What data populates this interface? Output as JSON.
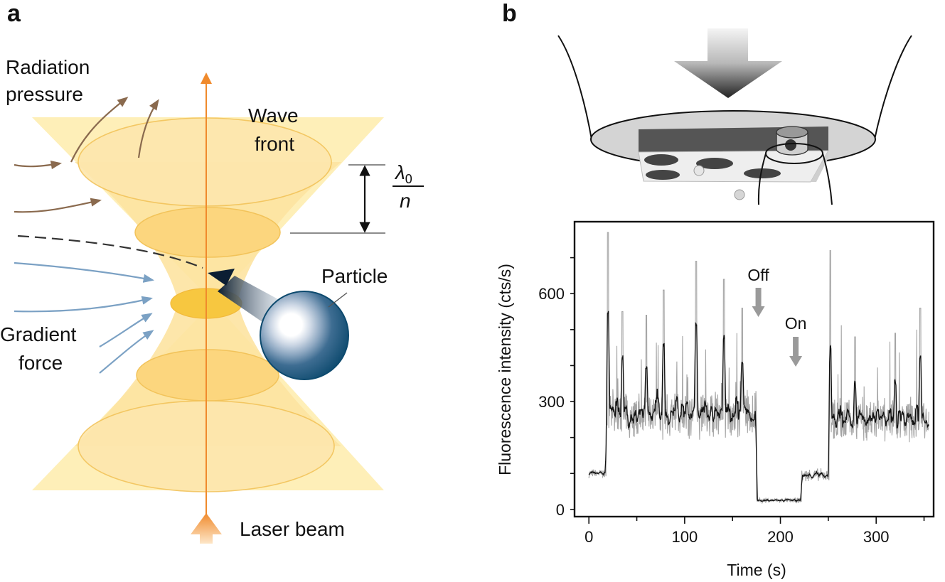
{
  "panel_a": {
    "letter": "a",
    "radiation_pressure": [
      "Radiation",
      "pressure"
    ],
    "wave_front": [
      "Wave",
      "front"
    ],
    "lambda_symbol": "λ",
    "lambda_sub": "0",
    "refractive_index": "n",
    "particle": "Particle",
    "gradient_force": [
      "Gradient",
      "force"
    ],
    "laser_beam": "Laser beam"
  },
  "panel_b": {
    "letter": "b"
  },
  "colors": {
    "beam_yellow": "#fde9a0",
    "beam_edge": "#f2c35a",
    "focus_orange": "#f7c740",
    "axis_arrow": "#f08a2c",
    "radiation_arrow": "#8a6a4e",
    "gradient_arrow": "#7ba1c4",
    "particle_dark": "#0d4a6e"
  },
  "chart_data": {
    "type": "line",
    "xlabel": "Time (s)",
    "ylabel": "Fluorescence intensity (cts/s)",
    "xlim": [
      -15,
      360
    ],
    "ylim": [
      -20,
      800
    ],
    "xticks": [
      0,
      100,
      200,
      300
    ],
    "yticks": [
      0,
      300,
      600
    ],
    "annotations": [
      {
        "text": "Off",
        "x": 177
      },
      {
        "text": "On",
        "x": 216
      }
    ],
    "segments": [
      {
        "x": [
          0,
          18
        ],
        "level": 100,
        "spread": 20
      },
      {
        "x": [
          18,
          175
        ],
        "level": 260,
        "spread": 110,
        "spikes": [
          [
            20,
            770
          ],
          [
            35,
            550
          ],
          [
            60,
            540
          ],
          [
            78,
            610
          ],
          [
            112,
            690
          ],
          [
            141,
            640
          ],
          [
            160,
            560
          ]
        ]
      },
      {
        "x": [
          175,
          222
        ],
        "level": 25,
        "spread": 12
      },
      {
        "x": [
          222,
          251
        ],
        "level": 95,
        "spread": 30
      },
      {
        "x": [
          251,
          355
        ],
        "level": 250,
        "spread": 100,
        "spikes": [
          [
            252,
            720
          ],
          [
            278,
            480
          ],
          [
            320,
            490
          ],
          [
            346,
            560
          ]
        ]
      }
    ]
  }
}
